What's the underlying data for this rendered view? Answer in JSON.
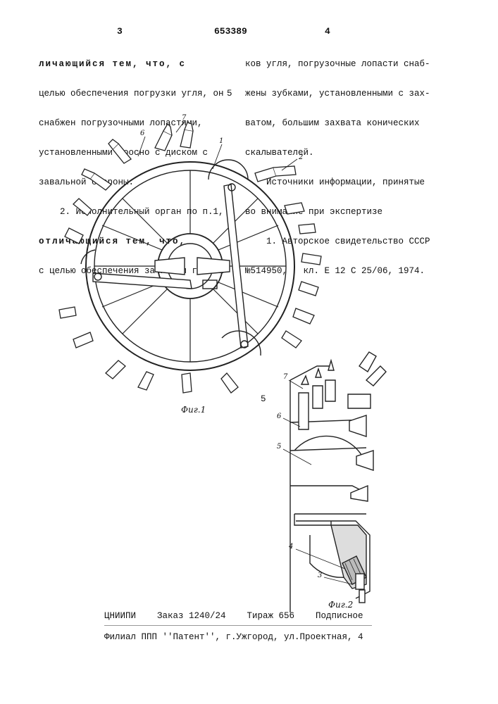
{
  "header": {
    "page_left": "3",
    "patent_number": "653389",
    "page_right": "4"
  },
  "left_column": {
    "lines": [
      "личающийся тем, что, с",
      "целью обеспечения погрузки угля, он",
      "снабжен погрузочными лопастями,",
      "установленными соосно с диском с",
      "завальной стороны.",
      "    2. Исполнительный орган по п.1,",
      "отличающийся тем, что,",
      "с целью обеспечения зачистки гребеш-"
    ]
  },
  "line_number": "5",
  "right_column": {
    "lines": [
      "ков угля, погрузочные лопасти снаб-",
      "жены зубками, установленными с зах-",
      "ватом, большим захвата конических",
      "скалывателей.",
      "    Источники информации, принятые",
      "во внимание при экспертизе",
      "    1. Авторское свидетельство СССР",
      "№514950,   кл. Е 12 С 25/06, 1974."
    ]
  },
  "figures": {
    "fig1_caption": "Фиг.1",
    "fig2_caption": "Фиг.2",
    "margin_number": "5",
    "fig1_labels": [
      "1",
      "2",
      "6",
      "7"
    ],
    "fig2_labels": [
      "7",
      "6",
      "5",
      "4",
      "3"
    ]
  },
  "footer": {
    "line1": "ЦНИИПИ    Заказ 1240/24    Тираж 656    Подписное",
    "line2": "Филиал ППП ''Патент'', г.Ужгород, ул.Проектная, 4"
  }
}
